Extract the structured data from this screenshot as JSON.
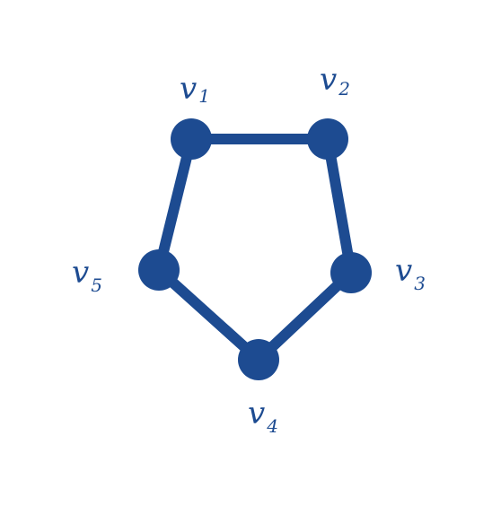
{
  "colors": {
    "graph": "#1d4b91",
    "background": "#ffffff"
  },
  "vertices": [
    {
      "id": "v1",
      "letter": "v",
      "sub": "1"
    },
    {
      "id": "v2",
      "letter": "v",
      "sub": "2"
    },
    {
      "id": "v3",
      "letter": "v",
      "sub": "3"
    },
    {
      "id": "v4",
      "letter": "v",
      "sub": "4"
    },
    {
      "id": "v5",
      "letter": "v",
      "sub": "5"
    }
  ],
  "edges": [
    [
      "v1",
      "v2"
    ],
    [
      "v2",
      "v3"
    ],
    [
      "v3",
      "v4"
    ],
    [
      "v4",
      "v5"
    ],
    [
      "v5",
      "v1"
    ]
  ]
}
